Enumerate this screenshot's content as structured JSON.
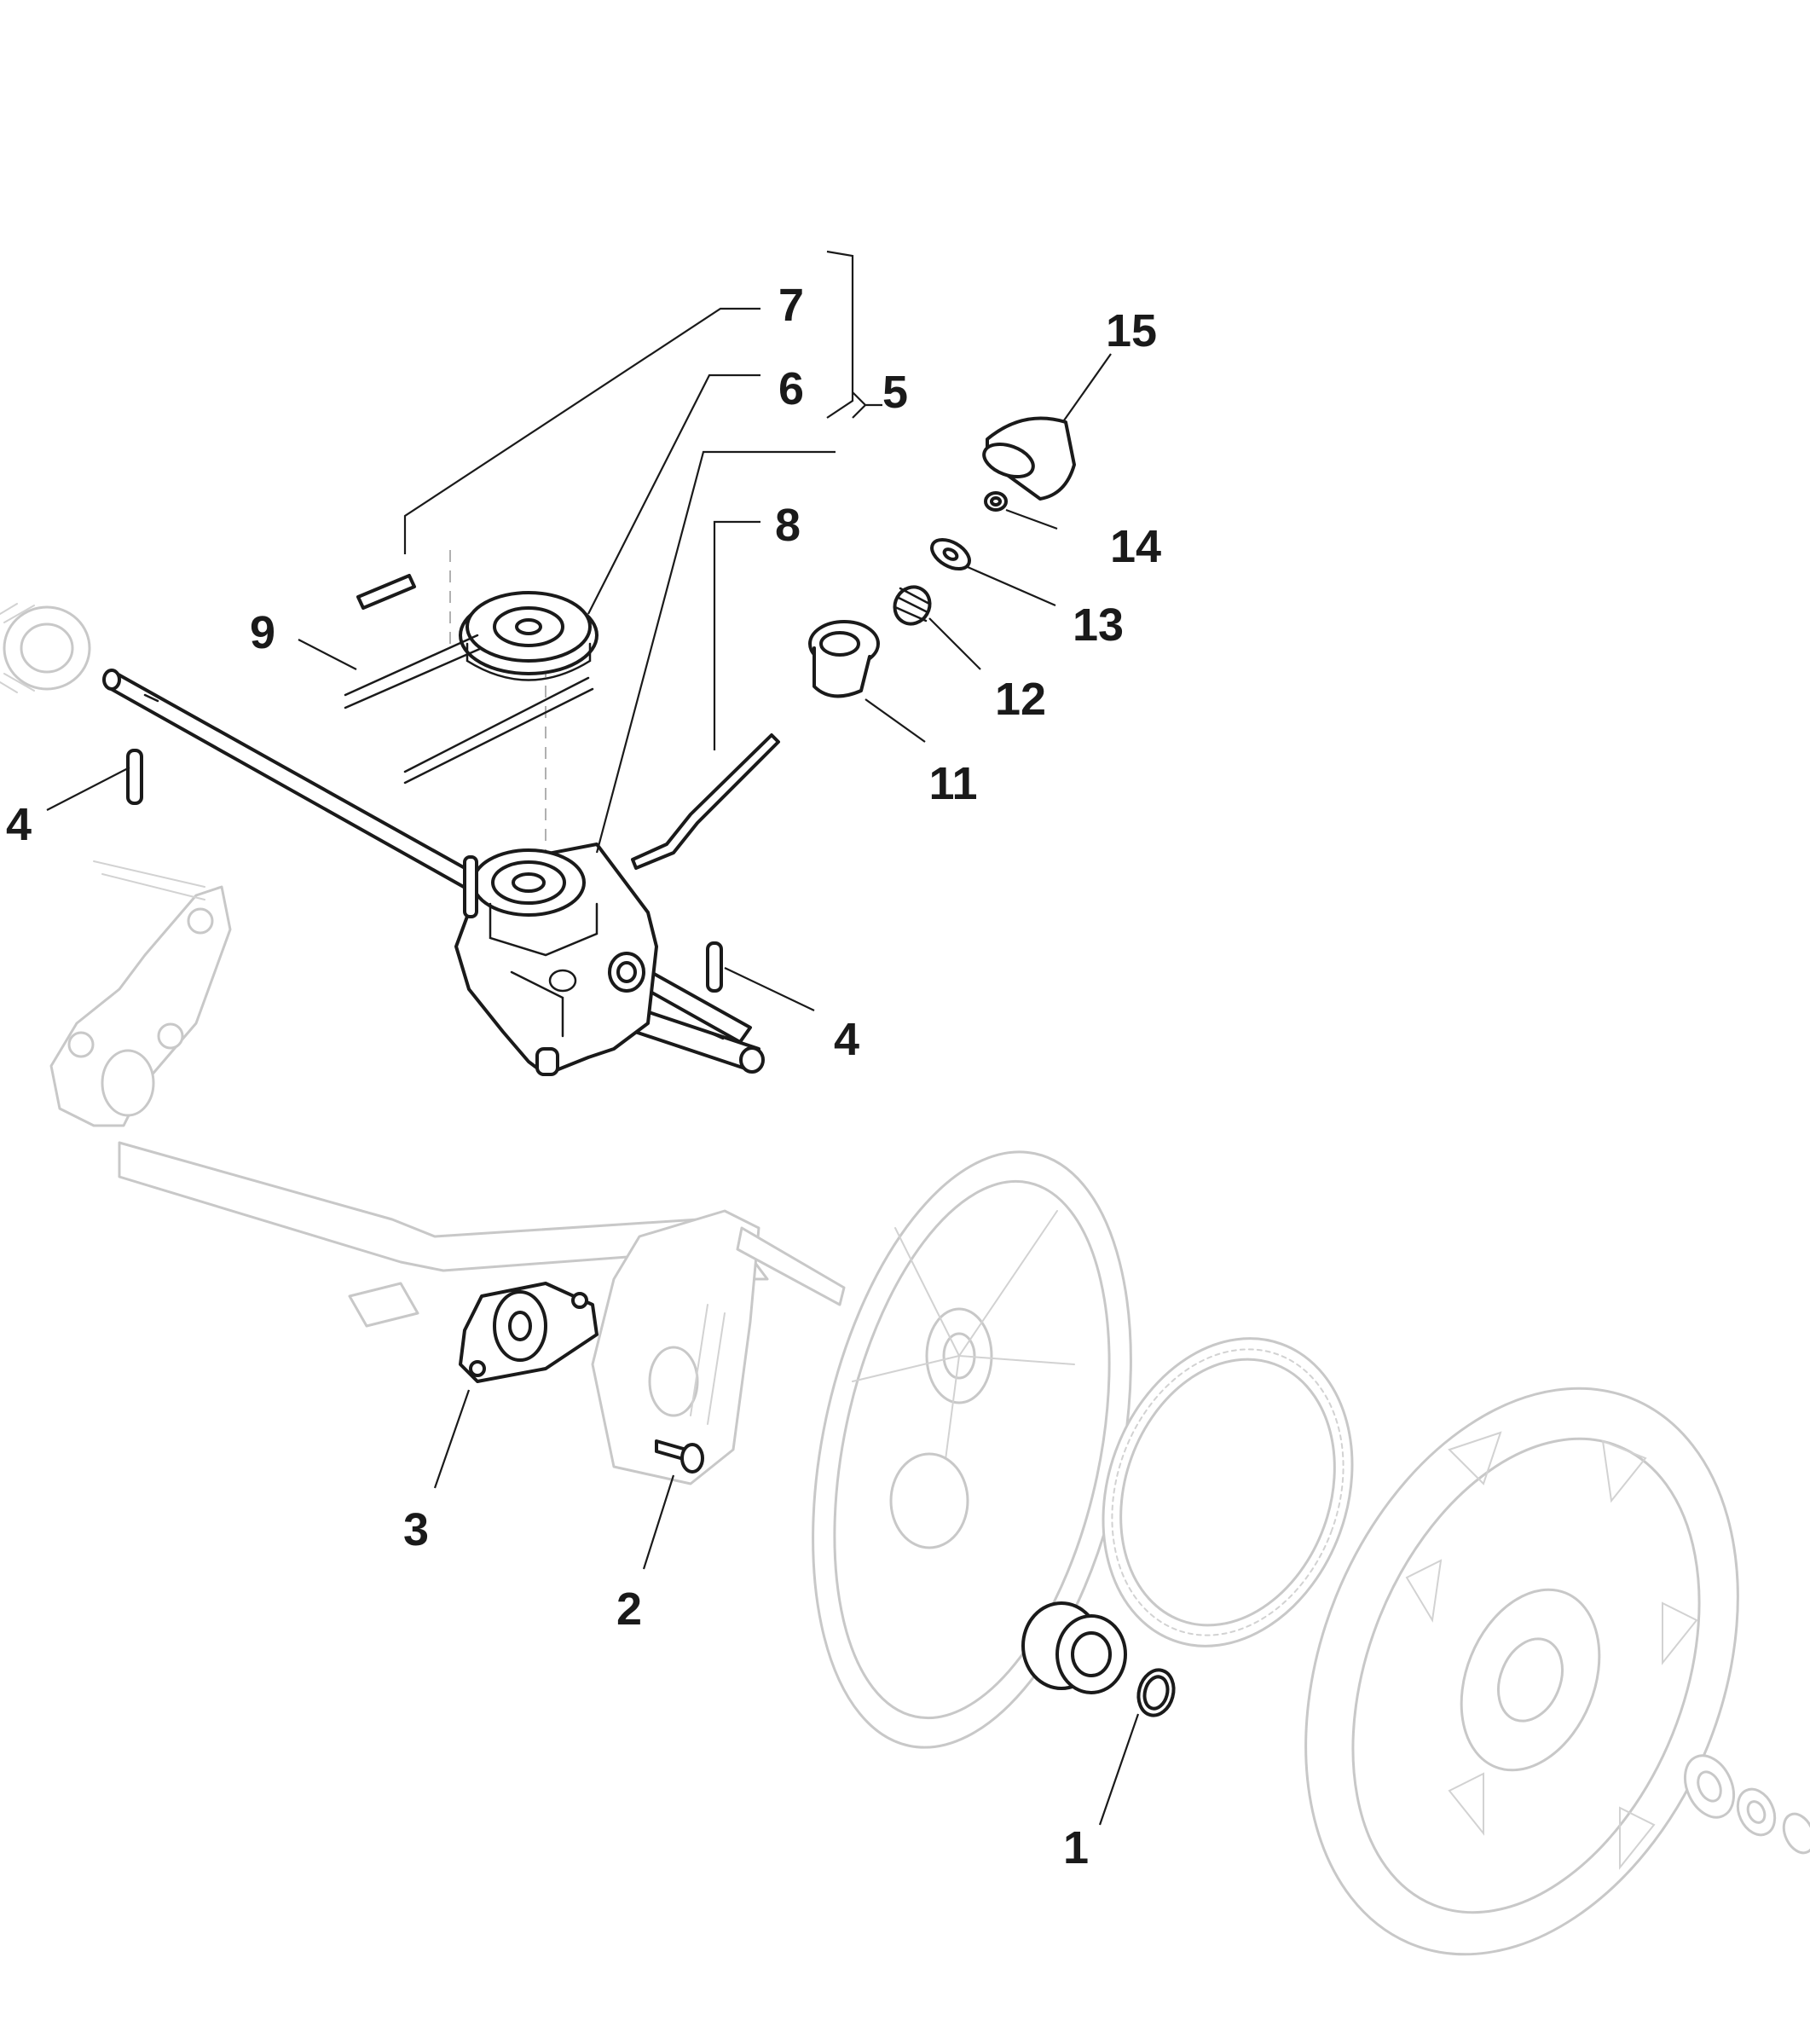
{
  "callouts": {
    "c1": "1",
    "c2": "2",
    "c3": "3",
    "c4a": "4",
    "c4b": "4",
    "c5": "5",
    "c6": "6",
    "c7": "7",
    "c8": "8",
    "c9": "9",
    "c11": "11",
    "c12": "12",
    "c13": "13",
    "c14": "14",
    "c15": "15"
  }
}
